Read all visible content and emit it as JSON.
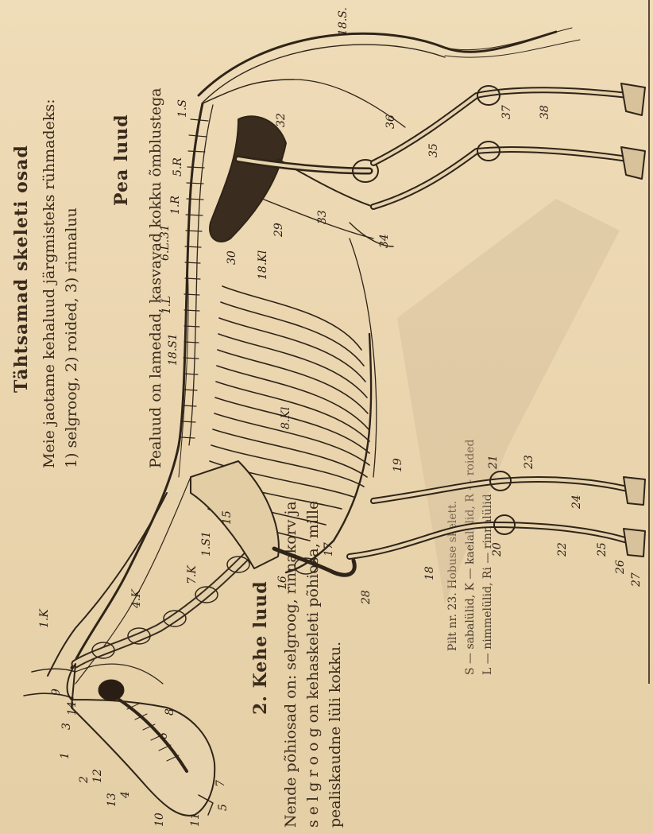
{
  "page": {
    "section_heading": "2. Kehe luud",
    "running_head": "Tähtsamad skeleti osad",
    "text_lines": [
      "Meie jaotame kehaluud järgmisteks rühmadeks:",
      "1) selgroog, 2) roided, 3) rinnaluu",
      "",
      "Pea luud",
      "",
      "Pealuud on lamedad, kasvavad kokku õmblustega"
    ],
    "lower_text": [
      "Nende põhiosad on: selgroog, rinnakorv ja",
      "s e l g r o o g on kehaskeleti põhiosa, mille",
      "pealiskaudne lüli kokku."
    ],
    "caption": "Pilt nr. 23. Hobuse skelett.",
    "caption_line2": "S — sabalülid, K — kaelalülid, R — roided",
    "caption_line3": "L — nimmelülid, Ri — rinnalülid"
  },
  "figure": {
    "label_set": [
      "18.S.",
      "1.S",
      "5.R",
      "1.R",
      "31",
      "6.L.",
      "30",
      "18.Kl",
      "1.L",
      "18.S1",
      "8.Kl",
      "15",
      "1.S1",
      "7.K",
      "4.K",
      "1.K",
      "16",
      "17",
      "19",
      "21",
      "23",
      "24",
      "20",
      "22",
      "25",
      "26",
      "27",
      "18",
      "28",
      "29",
      "32",
      "33",
      "34",
      "35",
      "36",
      "37",
      "38",
      "1",
      "2",
      "3",
      "4",
      "5",
      "6",
      "7",
      "8",
      "9",
      "10",
      "11",
      "12",
      "13",
      "14"
    ]
  },
  "colors": {
    "paper": "#ecd9b4",
    "ink": "#3b2b1c"
  }
}
